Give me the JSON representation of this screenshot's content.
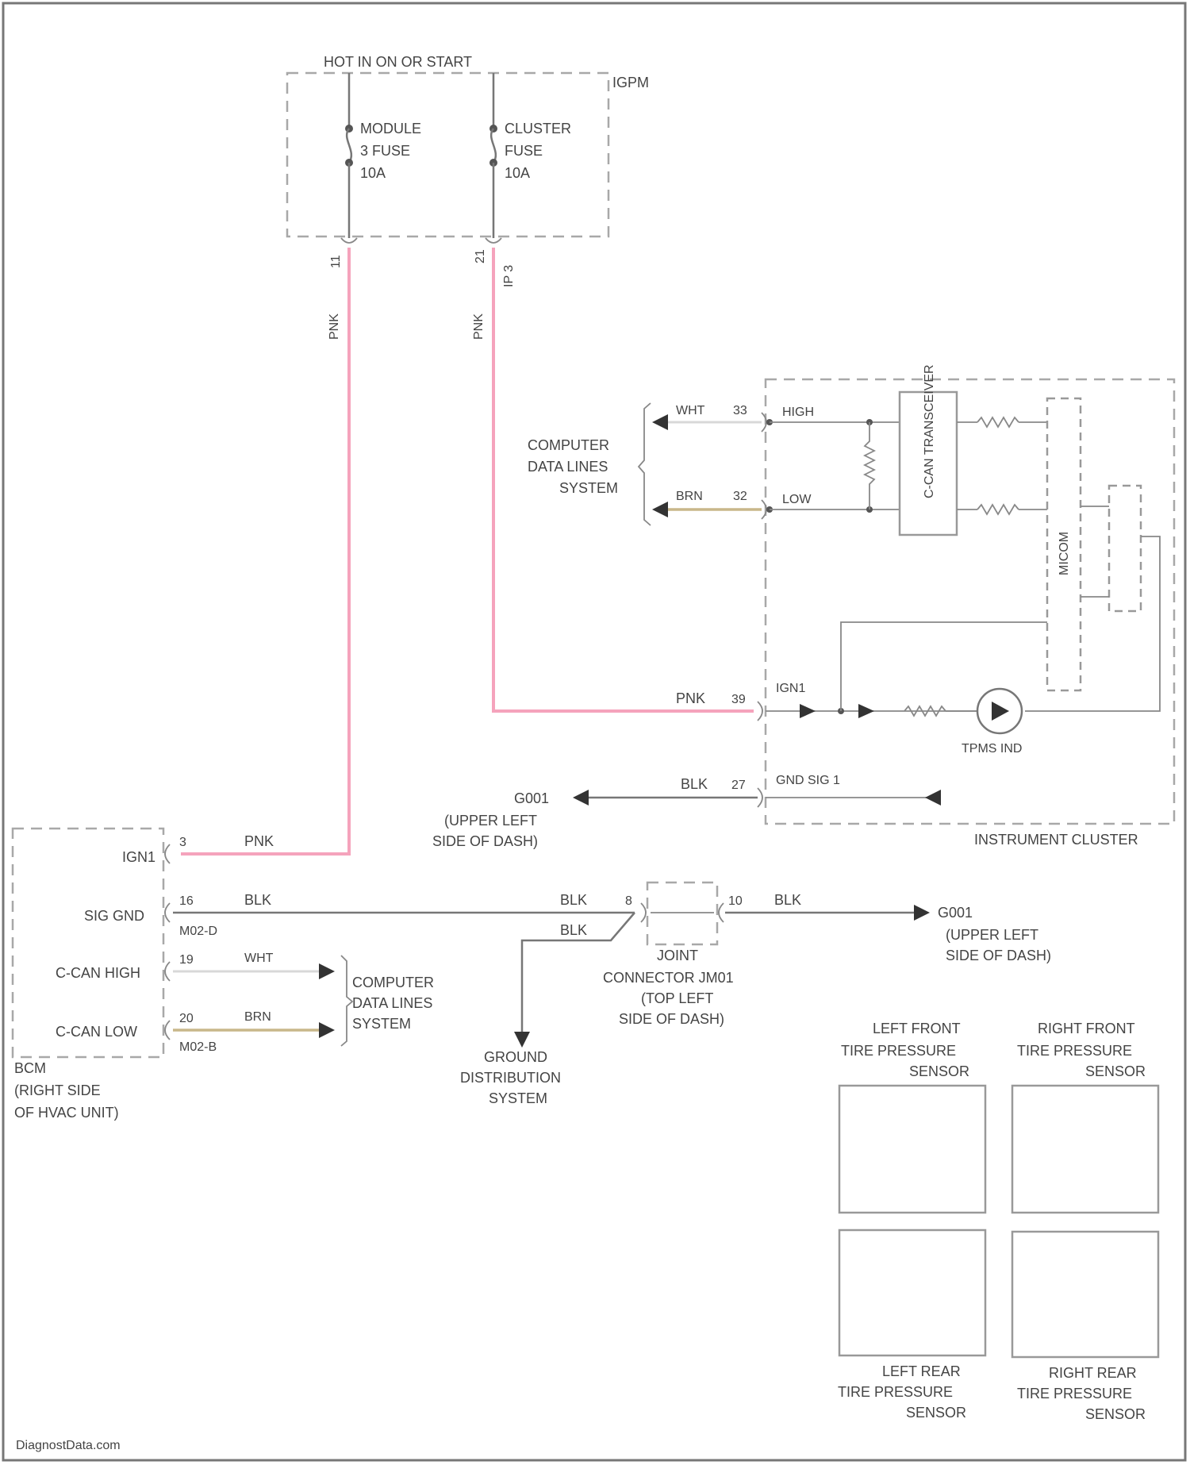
{
  "frame": {
    "border_color": "#777777"
  },
  "fusebox": {
    "header": "HOT IN ON OR START",
    "id": "IGPM",
    "fuse_left": {
      "line1": "MODULE",
      "line2": "3 FUSE",
      "line3": "10A"
    },
    "fuse_right": {
      "line1": "CLUSTER",
      "line2": "FUSE",
      "line3": "10A"
    },
    "pin_left": "11",
    "pin_right": "21",
    "connector_right": "IP 3"
  },
  "wires": {
    "pink_left": "PNK",
    "pink_right": "PNK",
    "pink_cluster": "PNK",
    "pink_bcm": "PNK",
    "wht_cluster": "WHT",
    "brn_cluster": "BRN",
    "blk_gnd": "BLK",
    "blk_bcm": "BLK",
    "blk_splice1": "BLK",
    "blk_splice2": "BLK",
    "blk_right": "BLK",
    "wht_bcm": "WHT",
    "brn_bcm": "BRN"
  },
  "cluster": {
    "title": "INSTRUMENT CLUSTER",
    "data_lines": {
      "line1": "COMPUTER",
      "line2": "DATA LINES",
      "line3": "SYSTEM"
    },
    "pin_high": "33",
    "pin_low": "32",
    "pin_ign": "39",
    "pin_gnd": "27",
    "high": "HIGH",
    "low": "LOW",
    "ign": "IGN1",
    "gnd": "GND SIG 1",
    "transceiver": "C-CAN TRANSCEIVER",
    "micom": "MICOM",
    "tpms": "TPMS IND"
  },
  "ground_g": {
    "g1": {
      "id": "G001",
      "line1": "(UPPER LEFT",
      "line2": "SIDE OF DASH)"
    },
    "g2": {
      "id": "G001",
      "line1": "(UPPER LEFT",
      "line2": "SIDE OF DASH)"
    }
  },
  "bcm": {
    "ignt": "IGN1",
    "sig_gnd": "SIG GND",
    "can_high": "C-CAN HIGH",
    "can_low": "C-CAN LOW",
    "pin_ign": "3",
    "pin_gnd": "16",
    "pin_high": "19",
    "pin_low": "20",
    "conn_gnd": "M02-D",
    "conn_low": "M02-B",
    "name": "BCM",
    "loc1": "(RIGHT SIDE",
    "loc2": "OF HVAC UNIT)",
    "data_lines": {
      "line1": "COMPUTER",
      "line2": "DATA LINES",
      "line3": "SYSTEM"
    }
  },
  "joint": {
    "pin_left": "8",
    "pin_right": "10",
    "line1": "JOINT",
    "line2": "CONNECTOR JM01",
    "line3": "(TOP LEFT",
    "line4": "SIDE OF DASH)"
  },
  "ground_dist": {
    "line1": "GROUND",
    "line2": "DISTRIBUTION",
    "line3": "SYSTEM"
  },
  "sensors": {
    "lf": {
      "line1": "LEFT FRONT",
      "line2": "TIRE PRESSURE",
      "line3": "SENSOR"
    },
    "rf": {
      "line1": "RIGHT FRONT",
      "line2": "TIRE PRESSURE",
      "line3": "SENSOR"
    },
    "lr": {
      "line1": "LEFT REAR",
      "line2": "TIRE PRESSURE",
      "line3": "SENSOR"
    },
    "rr": {
      "line1": "RIGHT REAR",
      "line2": "TIRE PRESSURE",
      "line3": "SENSOR"
    }
  },
  "watermark": "DiagnostData.com"
}
